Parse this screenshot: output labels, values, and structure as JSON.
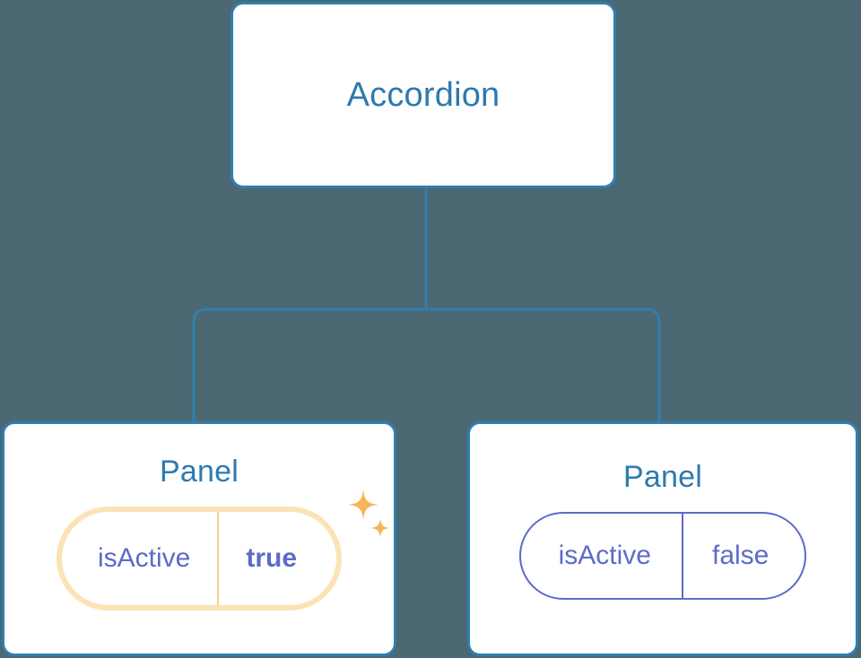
{
  "theme": {
    "background": "#4c6873",
    "node_border": "#2f7fb0",
    "node_title_color": "#2d7aae",
    "edge_color": "#2f7fb0",
    "pill_color": "#5c6bc8",
    "highlight_color": "#f7b55a",
    "highlight_halo": "#fce3b6",
    "sparkle_color": "#f7b55a"
  },
  "tree": {
    "root": {
      "title": "Accordion"
    },
    "children": [
      {
        "title": "Panel",
        "highlighted": true,
        "prop": {
          "key": "isActive",
          "value": "true"
        },
        "sparkles": [
          "sparkle-large",
          "sparkle-small"
        ]
      },
      {
        "title": "Panel",
        "highlighted": false,
        "prop": {
          "key": "isActive",
          "value": "false"
        }
      }
    ]
  }
}
